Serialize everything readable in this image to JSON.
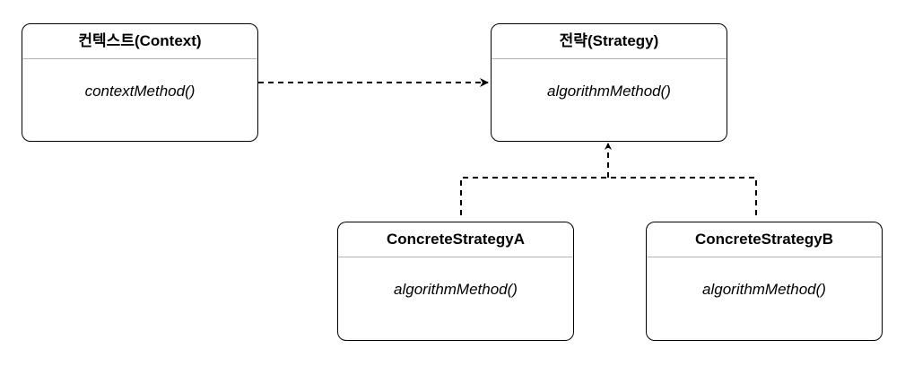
{
  "classes": {
    "context": {
      "title": "컨텍스트(Context)",
      "method": "contextMethod()"
    },
    "strategy": {
      "title": "전략(Strategy)",
      "method": "algorithmMethod()"
    },
    "concrete_a": {
      "title": "ConcreteStrategyA",
      "method": "algorithmMethod()"
    },
    "concrete_b": {
      "title": "ConcreteStrategyB",
      "method": "algorithmMethod()"
    }
  },
  "style": {
    "line_color": "#000000",
    "divider_color": "#b3b3b3"
  }
}
